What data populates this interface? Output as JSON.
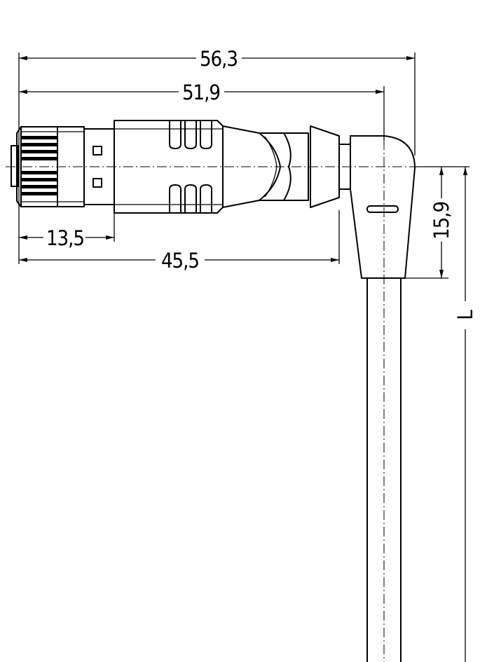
{
  "dimensions": {
    "overall_length": "56,3",
    "to_cable_center": "51,9",
    "plug_length": "13,5",
    "to_angle_body": "45,5",
    "angle_height": "15,9",
    "cable_length": "L"
  }
}
